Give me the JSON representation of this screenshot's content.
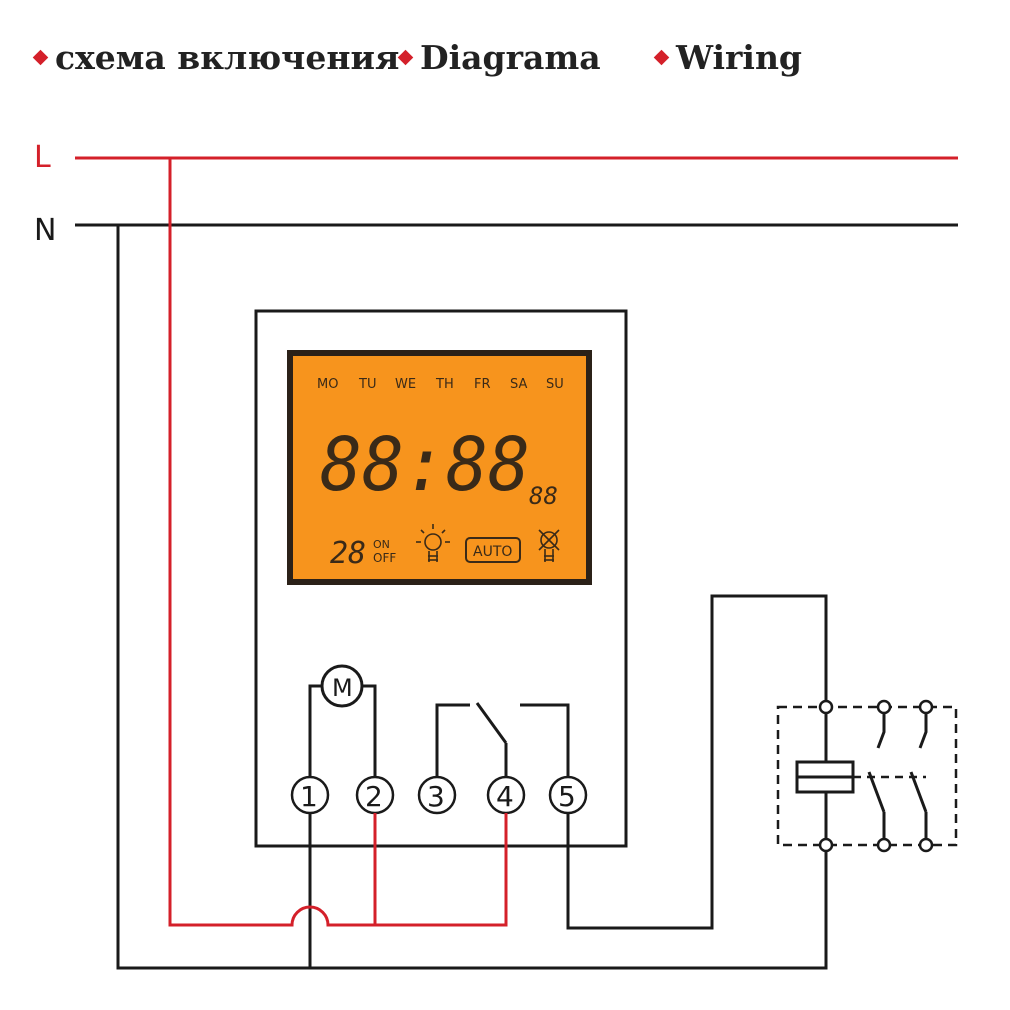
{
  "header": {
    "items": [
      {
        "label": "схема включения"
      },
      {
        "label": "Diagrama"
      },
      {
        "label": "Wiring"
      }
    ]
  },
  "lines": {
    "live": "L",
    "neutral": "N"
  },
  "lcd": {
    "days": [
      "MO",
      "TU",
      "WE",
      "TH",
      "FR",
      "SA",
      "SU"
    ],
    "time": "88:88",
    "seconds": "88",
    "program": "28",
    "on_label": "ON",
    "off_label": "OFF",
    "auto_label": "AUTO"
  },
  "motor": {
    "label": "M"
  },
  "terminals": [
    "1",
    "2",
    "3",
    "4",
    "5"
  ],
  "colors": {
    "live_wire": "#d4202a",
    "neutral_wire": "#1a1a1a",
    "lcd_background": "#f7941d",
    "bullet": "#d4202a"
  },
  "icons": [
    "bulb-on-icon",
    "bulb-off-icon",
    "motor-icon",
    "contactor-coil-icon"
  ]
}
